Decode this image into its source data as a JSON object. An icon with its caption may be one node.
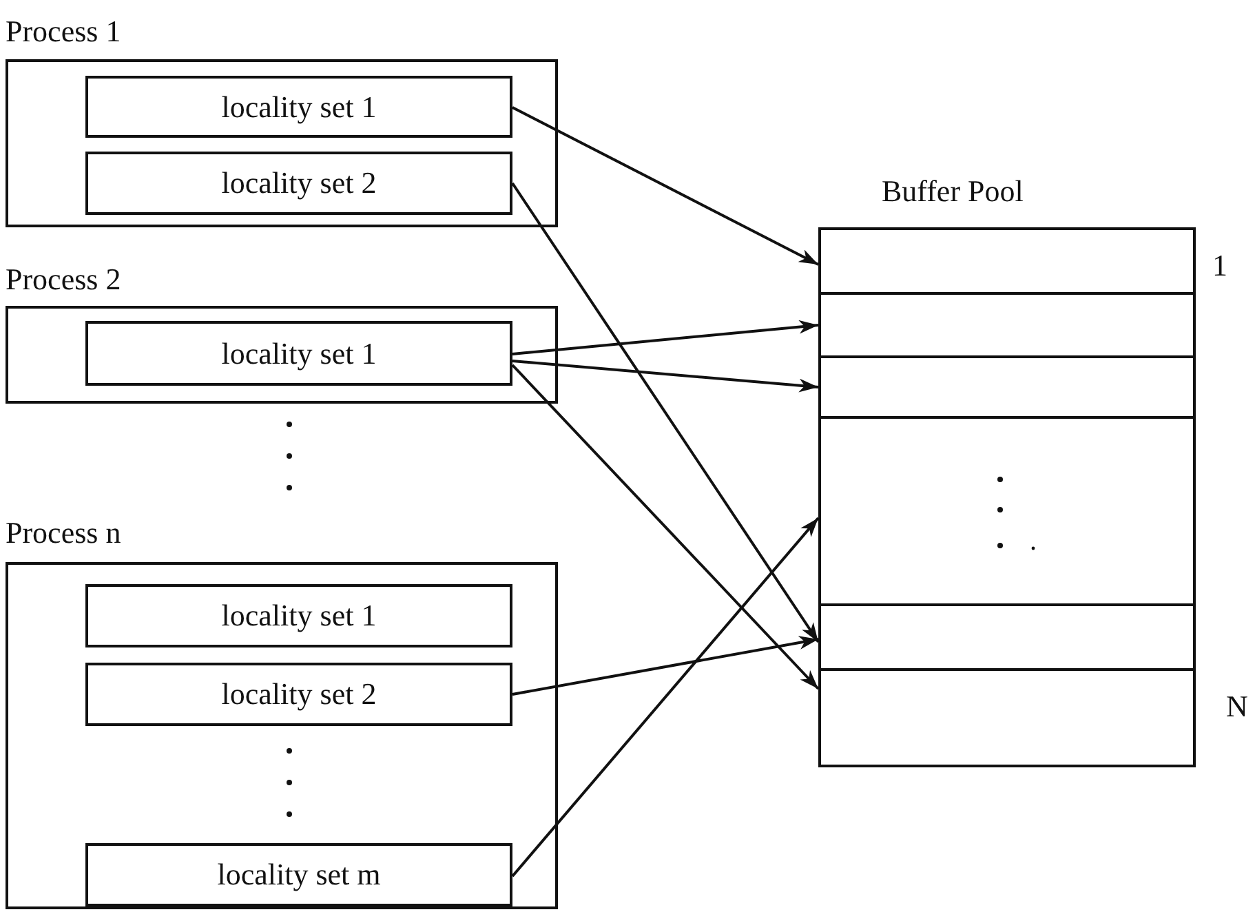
{
  "diagram": {
    "nodes": [
      {
        "text": [
          "Process 1"
        ]
      },
      {
        "text": [
          "locality set 1"
        ],
        "in": 0
      },
      {
        "text": [
          "locality set 2"
        ],
        "in": 0
      },
      {
        "text": [
          "Process 2"
        ]
      },
      {
        "text": [
          "locality set 1"
        ],
        "in": 3
      },
      {
        "text": [
          "Process n"
        ]
      },
      {
        "text": [
          "locality set 1"
        ],
        "in": 5
      },
      {
        "text": [
          "locality set 2"
        ],
        "in": 5
      },
      {
        "text": [
          "locality set m"
        ],
        "in": 5
      },
      {
        "text": [
          "Buffer Pool"
        ]
      },
      {
        "text": [],
        "shape": "box",
        "in": 9,
        "beside": [
          "1"
        ]
      },
      {
        "text": [],
        "shape": "box",
        "in": 9
      },
      {
        "text": [],
        "shape": "box",
        "in": 9
      },
      {
        "text": [],
        "shape": "box",
        "in": 9
      },
      {
        "text": [],
        "shape": "box",
        "in": 9
      },
      {
        "text": [],
        "shape": "box",
        "in": 9,
        "beside": [
          "N"
        ]
      }
    ],
    "edges": [
      {
        "from": 1,
        "to": 10,
        "arrow": "to"
      },
      {
        "from": 2,
        "to": 14,
        "arrow": "to"
      },
      {
        "from": 4,
        "to": 11,
        "arrow": "to"
      },
      {
        "from": 4,
        "to": 12,
        "arrow": "to"
      },
      {
        "from": 4,
        "to": 15,
        "arrow": "to"
      },
      {
        "from": 7,
        "to": 14,
        "arrow": "to"
      },
      {
        "from": 8,
        "to": 13,
        "arrow": "to"
      }
    ]
  }
}
